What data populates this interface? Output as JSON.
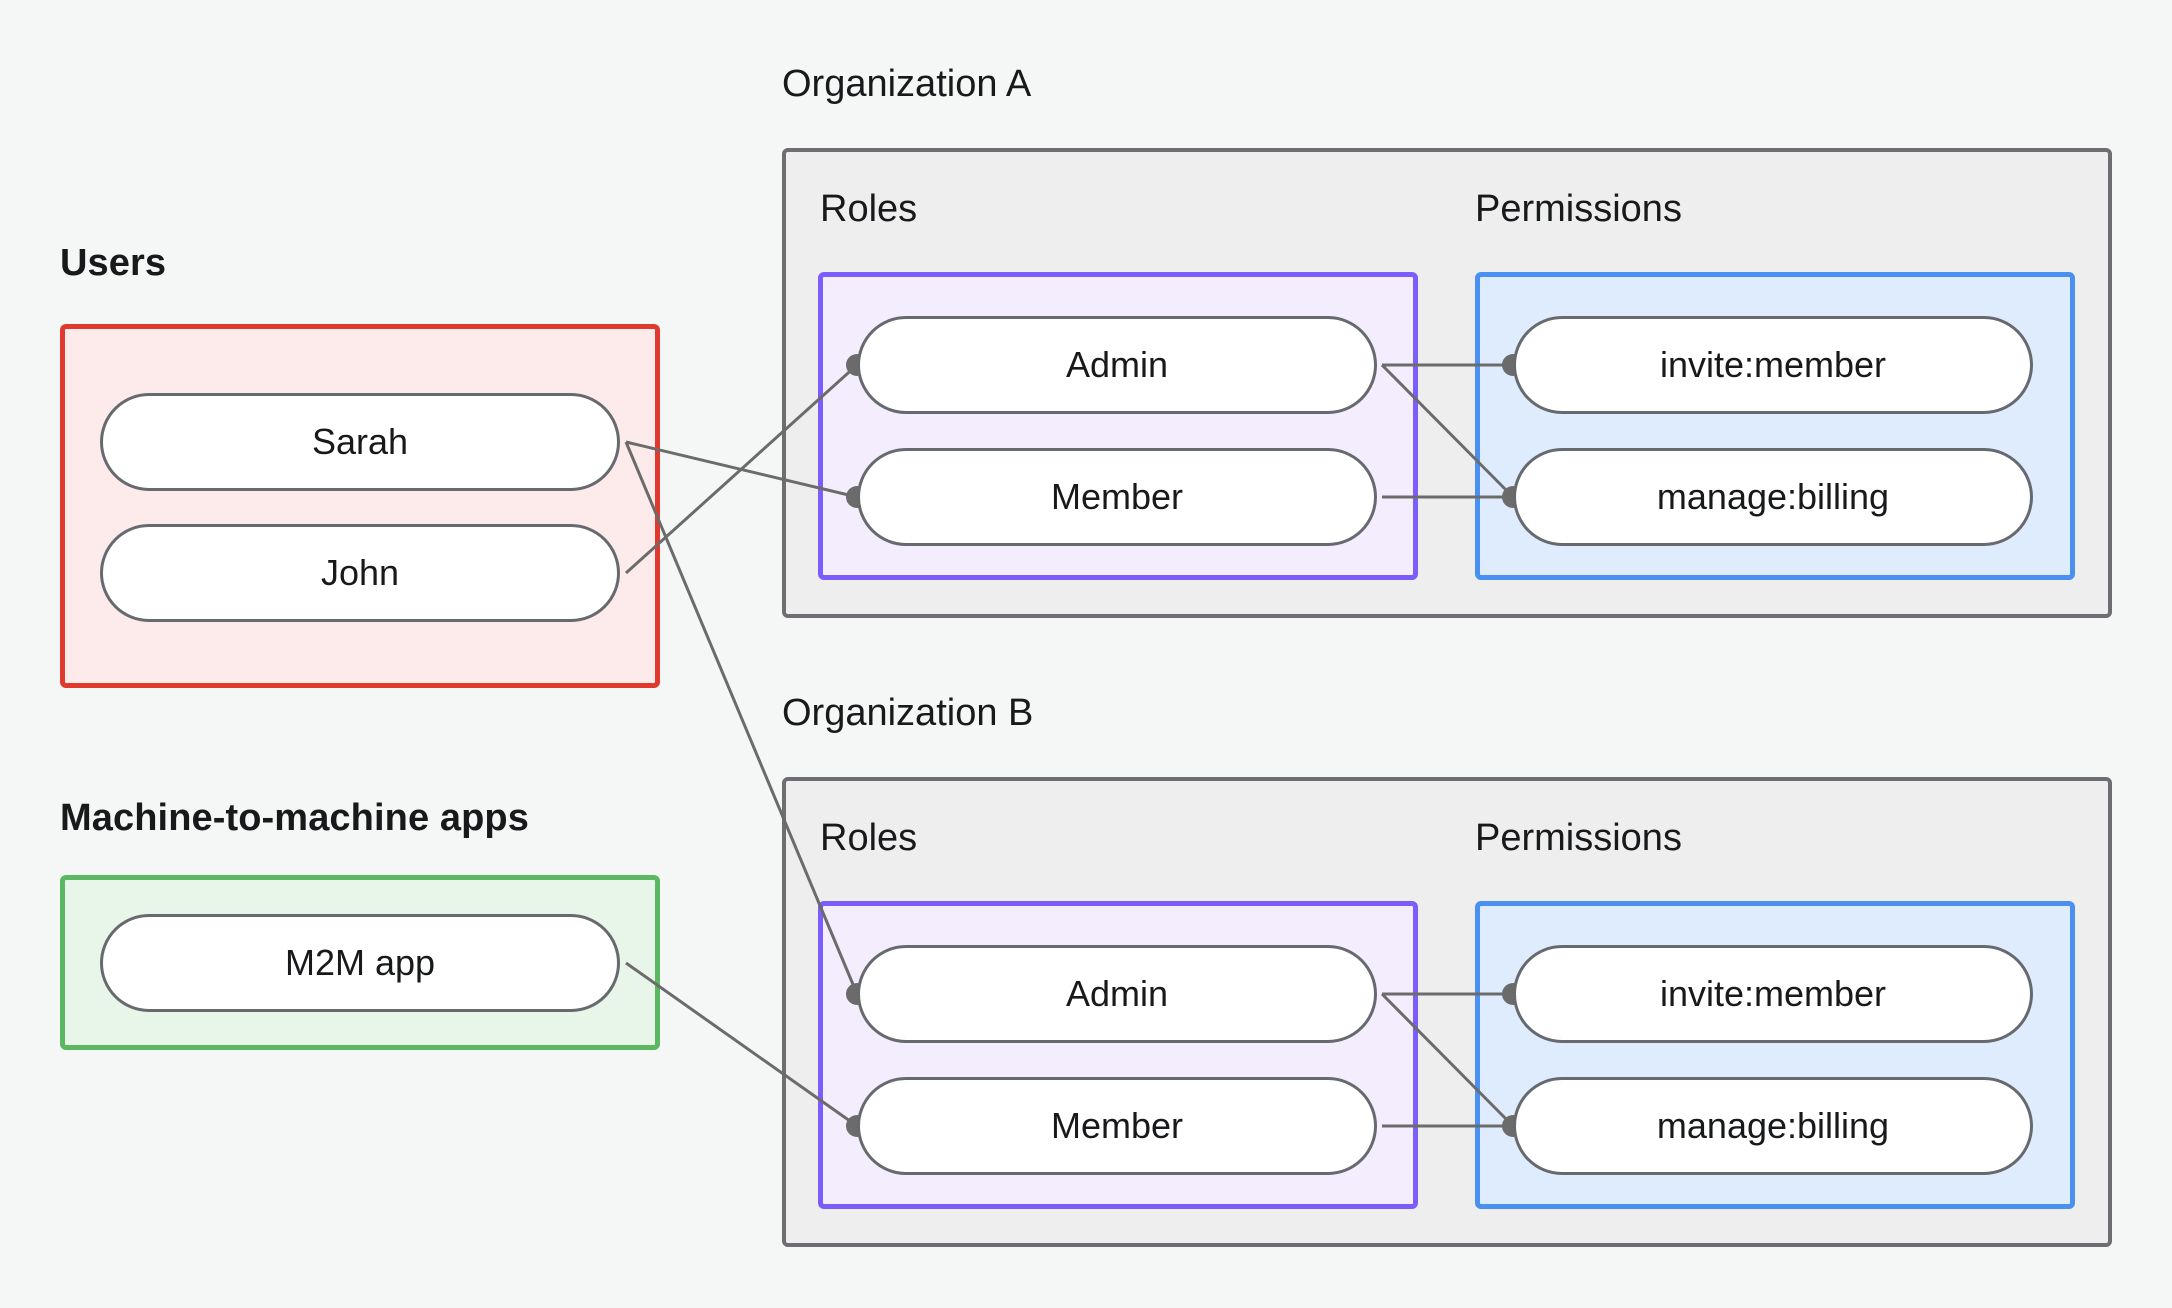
{
  "diagram": {
    "title_users": "Users",
    "title_m2m": "Machine-to-machine apps",
    "org_a_label": "Organization A",
    "org_b_label": "Organization B",
    "roles_title": "Roles",
    "permissions_title": "Permissions"
  },
  "users": {
    "items": [
      {
        "label": "Sarah"
      },
      {
        "label": "John"
      }
    ]
  },
  "m2m": {
    "items": [
      {
        "label": "M2M app"
      }
    ]
  },
  "org_a": {
    "name": "Organization A",
    "roles_title": "Roles",
    "permissions_title": "Permissions",
    "roles": [
      {
        "label": "Admin"
      },
      {
        "label": "Member"
      }
    ],
    "permissions": [
      {
        "label": "invite:member"
      },
      {
        "label": "manage:billing"
      }
    ]
  },
  "org_b": {
    "name": "Organization B",
    "roles_title": "Roles",
    "permissions_title": "Permissions",
    "roles": [
      {
        "label": "Admin"
      },
      {
        "label": "Member"
      }
    ],
    "permissions": [
      {
        "label": "invite:member"
      },
      {
        "label": "manage:billing"
      }
    ]
  },
  "edges": [
    {
      "from": "Sarah",
      "to": "Member (Organization A)"
    },
    {
      "from": "John",
      "to": "Admin (Organization A)"
    },
    {
      "from": "John",
      "to": "Admin (Organization B)"
    },
    {
      "from": "M2M app",
      "to": "Member (Organization B)"
    },
    {
      "from": "Admin (Organization A)",
      "to": "invite:member (Organization A)"
    },
    {
      "from": "Admin (Organization A)",
      "to": "manage:billing (Organization A)"
    },
    {
      "from": "Member (Organization A)",
      "to": "manage:billing (Organization A)"
    },
    {
      "from": "Admin (Organization B)",
      "to": "invite:member (Organization B)"
    },
    {
      "from": "Admin (Organization B)",
      "to": "manage:billing (Organization B)"
    },
    {
      "from": "Member (Organization B)",
      "to": "manage:billing (Organization B)"
    }
  ],
  "colors": {
    "page_background": "#f5f7f6",
    "users_border": "#e03a2f",
    "users_fill": "#fdeaea",
    "m2m_border": "#5cb860",
    "m2m_fill": "#e8f5e9",
    "org_border": "#6e6e72",
    "org_fill": "#eeeeee",
    "roles_border": "#7c5cfa",
    "roles_fill": "#f3edfd",
    "permissions_border": "#4a90f0",
    "permissions_fill": "#dfecfd",
    "node_border": "#666a6e",
    "node_fill": "#ffffff",
    "edge": "#6b6b6b"
  }
}
